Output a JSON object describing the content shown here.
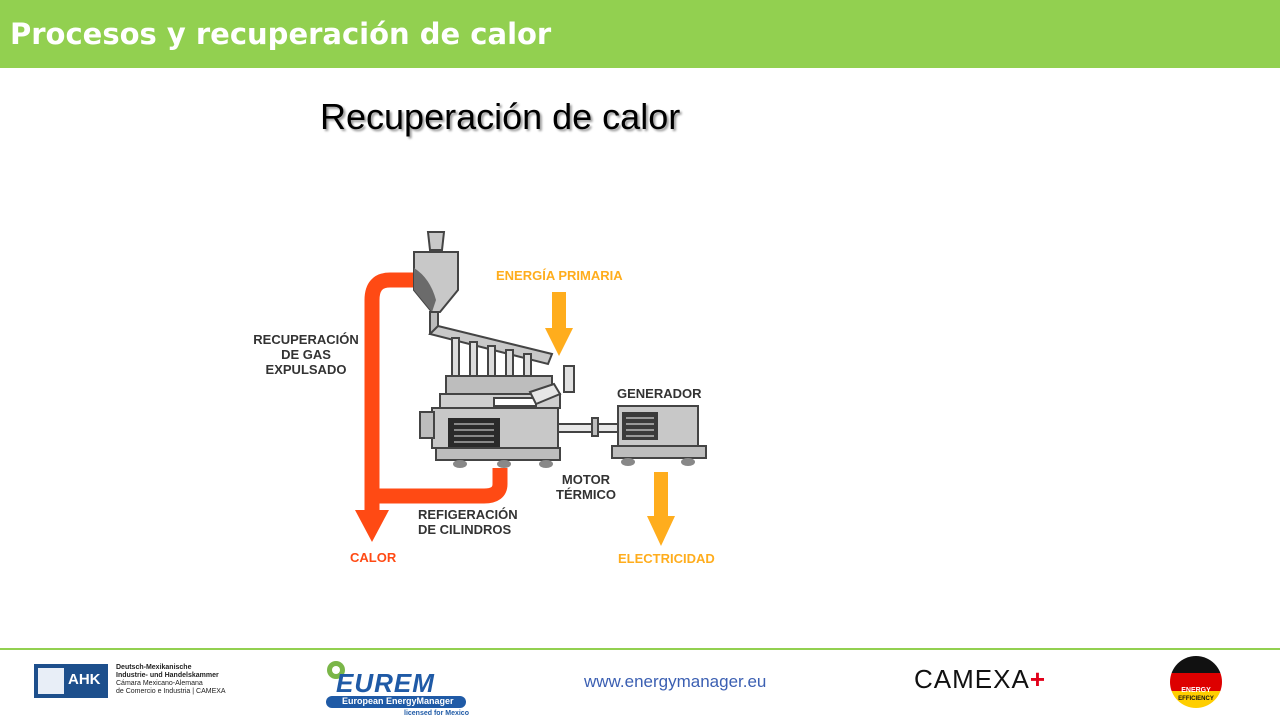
{
  "header": {
    "title": "Procesos y recuperación de calor"
  },
  "slide": {
    "subtitle": "Recuperación de calor"
  },
  "diagram": {
    "labels": {
      "energia_primaria": "ENERGÍA PRIMARIA",
      "recuperacion_1": "RECUPERACIÓN",
      "recuperacion_2": "DE GAS",
      "recuperacion_3": "EXPULSADO",
      "generador": "GENERADOR",
      "motor_1": "MOTOR",
      "motor_2": "TÉRMICO",
      "refrigeracion_1": "REFIGERACIÓN",
      "refrigeracion_2": "DE CILINDROS",
      "calor": "CALOR",
      "electricidad": "ELECTRICIDAD"
    },
    "colors": {
      "heat_arrow": "#ff4a14",
      "energy_arrow": "#ffad1d",
      "label_dark": "#333333",
      "machine": "#c8c8c8"
    }
  },
  "footer": {
    "ahk": {
      "badge": "AHK",
      "line1": "Deutsch-Mexikanische",
      "line2": "Industrie- und Handelskammer",
      "line3": "Cámara Mexicano-Alemana",
      "line4": "de Comercio e Industria | CAMEXA"
    },
    "eurem": {
      "word": "EUREM",
      "sub1": "European EnergyManager",
      "sub2": "licensed for Mexico"
    },
    "website": "www.energymanager.eu",
    "camexa": {
      "word": "CAMEXA",
      "plus": "+"
    },
    "energy_badge": {
      "line1": "ENERGY",
      "line2": "EFFICIENCY"
    }
  },
  "theme": {
    "accent_green": "#92d050"
  }
}
